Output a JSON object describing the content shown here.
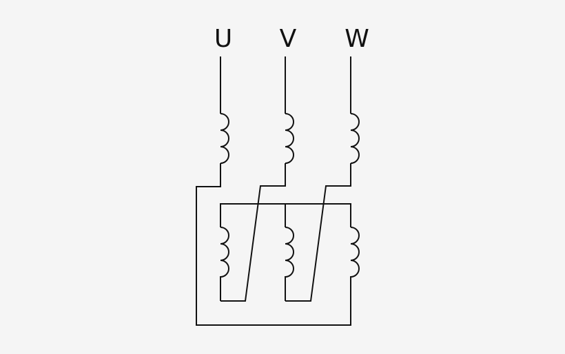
{
  "terminals": {
    "u": "U",
    "v": "V",
    "w": "W"
  },
  "colors": {
    "background": "#f5f5f5",
    "ink": "#111111"
  }
}
